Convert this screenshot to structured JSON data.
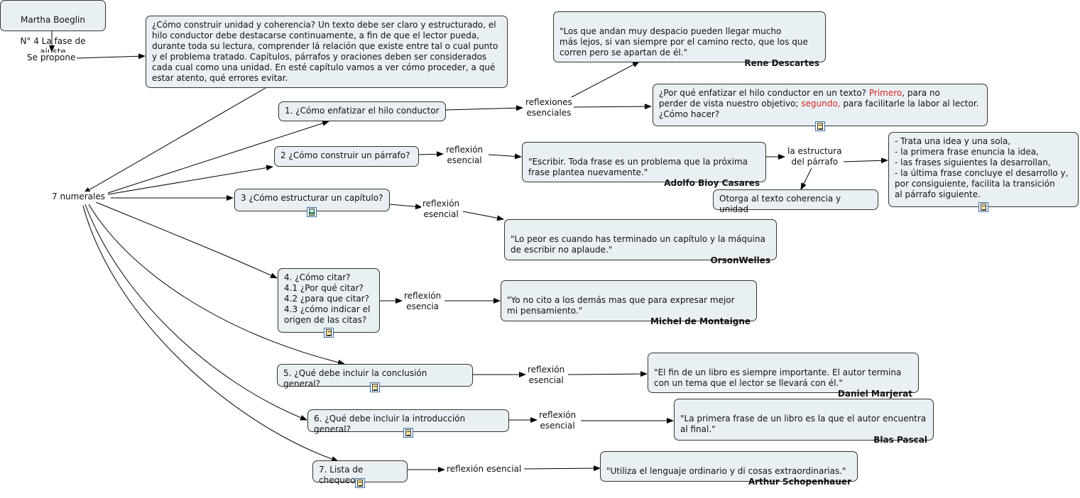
{
  "title": {
    "line1": "Martha Boeglin",
    "line2": "N° 4 La fase de ajuste"
  },
  "propose_label": "Se propone",
  "intro_text": "¿Cómo construir unidad y coherencia? Un texto debe ser claro y estructurado, el hilo conductor debe destacarse continuamente, a fin de que el lector pueda, durante toda su lectura, comprender lá relación que existe entre tal o cual punto y el problema tratado. Capítulos, párrafos y oraciones deben ser considerados cada cual como una unidad. En esté capítulo vamos a ver cómo proceder, a qué estar atento, qué errores evitar.",
  "numerales_label": "7 numerales",
  "items": [
    {
      "label": "1. ¿Cómo enfatizar el hilo conductor",
      "reflection": "reflexiones\nesenciales"
    },
    {
      "label": "2 ¿Cómo construir un párrafo?",
      "reflection": "reflexión\nesencial"
    },
    {
      "label": "3 ¿Cómo estructurar un capítulo?",
      "reflection": "reflexión\nesencial"
    },
    {
      "label": "4. ¿Cómo citar?\n4.1 ¿Por qué citar?\n4.2 ¿para que citar?\n4.3 ¿cómo indicar el\norigen de las citas?",
      "reflection": "reflexión\nesencia"
    },
    {
      "label": "5. ¿Qué debe incluir la conclusión general?",
      "reflection": "reflexión\nesencial"
    },
    {
      "label": "6. ¿Qué debe incluir la introducción general?",
      "reflection": "reflexión\nesencial"
    },
    {
      "label": "7. Lista de chequeo",
      "reflection": "reflexión esencial"
    }
  ],
  "quotes": {
    "descartes": {
      "text": "\"Los que andan muy despacio pueden llegar mucho\nmás lejos, si van siempre por el camino recto, que los que\ncorren pero se apartan de él.\"",
      "author": "Rene Descartes"
    },
    "bioy": {
      "text": "\"Escribir. Toda frase es un problema que la próxima\nfrase plantea nuevamente.\"",
      "author": "Adolfo Bioy Casares"
    },
    "welles": {
      "text": "\"Lo peor es cuando has terminado un capítulo y la máquina\nde escribir no aplaude.\"",
      "author": "OrsonWelles"
    },
    "montaigne": {
      "text": "\"Yo no cito a los demás mas que para expresar mejor\nmi pensamiento.\"",
      "author": "Michel de Montaigne"
    },
    "marjerat": {
      "text": "\"El fin de un libro es siempre importante. El autor termina\ncon un tema que el lector se llevará con él.\"",
      "author": "Daniel Marjerat"
    },
    "pascal": {
      "text": "\"La primera frase de un libro es la que el autor encuentra\nal final.\"",
      "author": "Blas Pascal"
    },
    "schopenhauer": {
      "text": "\"Utiliza el lenguaje ordinario y di cosas extraordinarias.\"",
      "author": "Arthur Schopenhauer"
    }
  },
  "why_box": {
    "p1": "¿Por qué enfatizar el hilo conductor en un texto? ",
    "p2": "Primero",
    "p3": ", para no\nperder de vista nuestro objetivo; ",
    "p4": "segundo,",
    "p5": " para facilitarle la labor al lector.\n¿Cómo hacer?"
  },
  "paragraph_structure_label": "la estructura\ndel párrafo",
  "coherence_text": "Otorga al texto coherencia y unidad",
  "structure_list": "- Trata una idea y una sola,\n- la primera frase enuncia la idea,\n- las frases siguientes la desarrollan,\n- la última frase concluye el desarrollo y,\npor consiguiente, facilita la transición\nal párrafo siguiente.",
  "colors": {
    "node_fill": "#e9f0f3",
    "highlight": "#d62222",
    "line": "#000000"
  },
  "icons": [
    "note-icon",
    "image-icon"
  ]
}
